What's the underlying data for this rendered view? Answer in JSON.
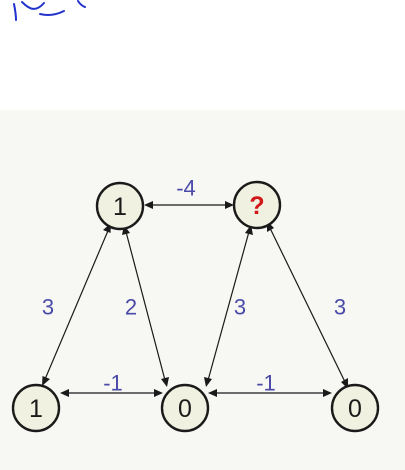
{
  "nodes": {
    "top_left": "1",
    "top_right": "?",
    "bottom_left": "1",
    "bottom_middle": "0",
    "bottom_right": "0"
  },
  "edges": {
    "top_left_to_top_right": "-4",
    "top_left_to_bottom_left": "3",
    "top_left_to_bottom_middle": "2",
    "top_right_to_bottom_middle": "3",
    "top_right_to_bottom_right": "3",
    "bottom_left_to_bottom_middle": "-1",
    "bottom_middle_to_bottom_right": "-1"
  },
  "colors": {
    "node_fill": "#f1f1e1",
    "edge_label": "#4a4aa8",
    "unknown_label": "#d11717",
    "handwriting": "#2233cc"
  }
}
